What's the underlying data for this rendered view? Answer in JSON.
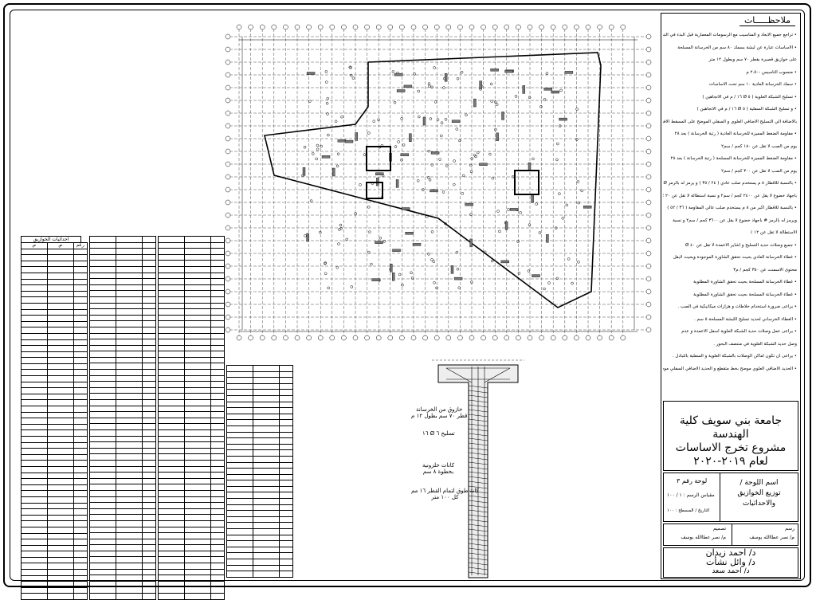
{
  "notes": {
    "title": "ملاحظـــــات",
    "items": [
      "• تراجع جميع الأبعاد و المناسيب مع الرسومات المعمارية قبل البدء في التنفيذ .",
      "• الاساسات عبارة عن لبشة بسمك ٨٠ سم من الخرسانة المسلحة",
      "على خوازيق قصيرة بقطر ٧٠ سم وبطول ١٢ متر",
      "• منسوب التأسيس -٢.٥٠ م",
      "• سمك الخرسانة العادية ١٠ سم تحت الأساسات",
      "• تسليح الشبكة العلوية ( ٥ Ø ١٦ / م في الاتجاهين )",
      "• و تسليح الشبكة السفلية ( ٥ Ø ١٦ / م في الاتجاهين )",
      "بالاضافة الي التسليح الاضافي العلوي و السفلي الموضح على المسقط الأفقي",
      "• مقاومة الضغط المميزة للخرسانة العادية ( رتبة الخرسانة ) بعد ٢٨",
      "يوم من الصب لا تقل عن ١٨٠ كجم / سم٢",
      "• مقاومة الضغط المميزة للخرسانة المسلحة ( رتبة الخرسانة ) بعد ٢٨",
      "يوم من الصب لا تقل عن ٣٠٠ كجم / سم٢",
      "• بالنسبة للأقطار ٨ م يستخدم صلب عادي ( ٢٤ / ٣٥ ) و يرمز له بالرمز Ø",
      "باجهاد خضوع لا يقل عن ٢٤٠٠ كجم / سم٢ و نسبة استطالة لا تقل عن ٢٠ ٪",
      "• بالنسبة للأقطار أكبر من ٨ م يستخدم صلب عالي المقاومة ( ٣٦ / ٥٢ )",
      "ويرمز له بالرمز # باجهاد خضوع لا يقل عن ٣٦٠٠ كجم / سم٢ و نسبة",
      "الاستطالة لا تقل عن ١٢ ٪",
      "• جميع وصلات حديد التسليح و أشاير الأعمدة لا تقل عن ٤٠ Ø",
      "• غطاء الخرسانة العادي بحيث تحقق الشاورة الموجودة ويحيث لايقل",
      "محتوى الأسمنت عن ٣٥٠ كجم / م٣",
      "• غطاء الخرسانة المسلحة بحيث تحقق الشاورة المطلوبة",
      "• غطاء الخرسانة المسلحة بحيث تحقق الشاورة المطلوبة",
      "• يراعى ضرورة استخدام خلاطات و هزازات ميكانيكية في الصب .",
      "• الغطاء الخرساني لحديد تسليح اللبشة المسلحة ٥ سم .",
      "• يراعى عمل وصلات حديد الشبكة العلوية أسفل الأعمدة و عدم",
      "وصل حديد الشبكة العلوية في منتصف البحور .",
      "• يراعى أن تكون أماكن الوصلات بالشبكة العلوية و السفلية بالتبادل .",
      "• الحديد الاضافي العلوي موضح بخط متقطع و الحديد الاضافي السفلي موضح بخط متصل"
    ]
  },
  "title_block": {
    "university": "جامعة بني سويف كلية الهندسة",
    "project": "مشروع تخرج الاساسات",
    "year": "لعام ٢٠١٩-٢٠٢٠",
    "sheet_name_label": "اسم اللوحة /",
    "sheet_name": "توزيع الخوازيق والاحداثيات",
    "sheet_no": "لوحة رقم ٣",
    "scale": "مقياس الرسم : ١ / ١٠٠",
    "date": "التاريخ / المسطح : ١٠٠",
    "drawn_label": "رسم",
    "drawn_by": "م/ نصر عطاالله يوسف",
    "designed_label": "تصميم",
    "designed_by": "م/ نصر عطاالله يوسف",
    "supervisors": [
      "د/ احمد زيدان",
      "د/ وائل نشأت",
      "د/ احمد سعد"
    ]
  },
  "detail": {
    "pile_label_1": "خازوق من الخرسانة",
    "pile_label_2": "قطر ٧٠ سم بطول ١٢ م",
    "rebar_label": "تسليح ٦ Ø ١٦",
    "stirrup_label_1": "كانات حلزونية",
    "stirrup_label_2": "بخطوة ٨ سم",
    "end_label_1": "كانة طوق لتمام القطر ١٦ مم",
    "end_label_2": "كل ١٠٠ متر"
  },
  "table": {
    "title": "احداثيات الخوازيق",
    "headers": [
      "رقم",
      "ص",
      "س"
    ]
  }
}
